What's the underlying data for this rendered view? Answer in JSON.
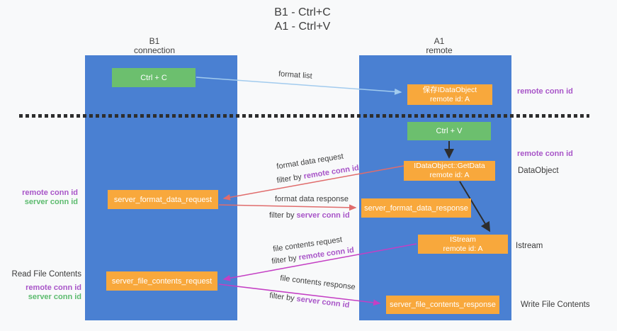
{
  "title": {
    "line1": "B1 - Ctrl+C",
    "line2": "A1 - Ctrl+V"
  },
  "columns": {
    "left": {
      "name": "B1",
      "subtitle": "connection"
    },
    "right": {
      "name": "A1",
      "subtitle": "remote"
    }
  },
  "nodes": {
    "ctrl_c": {
      "label": "Ctrl + C"
    },
    "save_dataobject": {
      "line1": "保存IDataObject",
      "line2": "remote id: A"
    },
    "ctrl_v": {
      "label": "Ctrl + V"
    },
    "getdata": {
      "line1": "IDataObject::GetData",
      "line2": "remote id: A"
    },
    "format_request": {
      "label": "server_format_data_request"
    },
    "format_response": {
      "label": "server_format_data_response"
    },
    "istream": {
      "line1": "IStream",
      "line2": "remote id: A"
    },
    "file_request": {
      "label": "server_file_contents_request"
    },
    "file_response": {
      "label": "server_file_contents_response"
    }
  },
  "edges": {
    "format_list": {
      "label": "format list"
    },
    "format_request": {
      "label": "format data request",
      "filter_prefix": "filter by ",
      "filter_key": "remote conn id"
    },
    "format_response": {
      "label": "format data response",
      "filter_prefix": "filter by ",
      "filter_key": "server conn id"
    },
    "file_request": {
      "label": "file contents request",
      "filter_prefix": "filter by ",
      "filter_key": "remote conn id"
    },
    "file_response": {
      "label": "file contents response",
      "filter_prefix": "filter by ",
      "filter_key": "server conn id"
    }
  },
  "side_labels": {
    "right_remote_conn_top": "remote conn id",
    "right_remote_conn_mid": "remote conn id",
    "right_dataobject": "DataObject",
    "right_istream": "Istream",
    "right_write_file": "Write File Contents",
    "left_remote_conn_top": "remote conn id",
    "left_server_conn_top": "server conn id",
    "left_read_file": "Read File Contents",
    "left_remote_conn_bottom": "remote conn id",
    "left_server_conn_bottom": "server conn id"
  },
  "colors": {
    "background": "#f8f9fa",
    "column_blue": "#4a80d2",
    "box_green": "#6cbf6e",
    "box_orange": "#f8a83c",
    "purple_text": "#a855c8",
    "green_text": "#5cbb6e",
    "arrow_red": "#e06c6c",
    "arrow_magenta": "#c43fc4",
    "arrow_lightblue": "#a2cbee",
    "arrow_black": "#2d2d2d"
  }
}
